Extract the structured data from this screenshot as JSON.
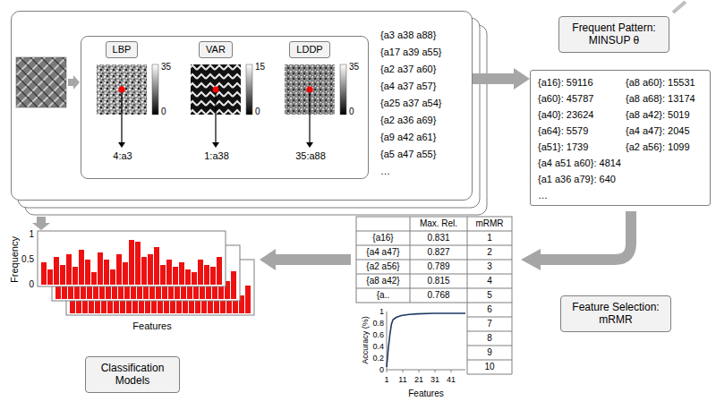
{
  "diagram": {
    "nodes": [
      {
        "text": [
          "{a3 a38 a88}",
          "{a17 a39 a55}",
          "{a2 a37 a60}",
          "{a4 a37 a57}",
          "{a25 a37 a54}",
          "{a2 a36 a69}",
          "{a9 a42 a61}",
          "{a5 a47 a55}",
          "…"
        ]
      },
      {
        "text": [
          "4:a3",
          "1:a38",
          "35:a88"
        ],
        "in": 0
      },
      {
        "text": [
          "LBP"
        ],
        "in": 1
      },
      {
        "text": [
          "VAR"
        ],
        "in": 1
      },
      {
        "text": [
          "LDDP"
        ],
        "in": 1
      },
      {
        "text": [
          "Frequent Pattern: MINSUP θ"
        ]
      },
      {
        "text": [
          "{a16}: 59116",
          "{a60}: 45787",
          "{a40}: 23624",
          "{a64}: 5579",
          "{a51}: 1739",
          "{a4 a51 a60}: 4814",
          "{a1 a36 a79}: 640",
          "…",
          "{a8 a60}: 15531",
          "{a8 a68}: 13174",
          "{a8 a42}: 5019",
          "{a4 a47}: 2045",
          "{a2 a56}: 1099"
        ]
      },
      {
        "text": [
          "Feature Selection: mRMR"
        ]
      },
      {
        "text": [
          "Classification Models"
        ]
      }
    ],
    "edges": [
      {
        "from": 0,
        "to": 6,
        "arrow": "to"
      }
    ],
    "labels": [
      "35",
      "0",
      "15",
      "0",
      "35",
      "0",
      "Max. Rel.",
      "mRMR",
      "{a16}",
      "0.831",
      "1",
      "{a4 a47}",
      "0.827",
      "2",
      "{a2 a56}",
      "0.789",
      "3",
      "{a8 a42}",
      "0.815",
      "4",
      "{a..",
      "0.768",
      "5",
      "6",
      "7",
      "8",
      "9",
      "10",
      "Accuracy (%)",
      "1",
      "0.8",
      "0.6",
      "0.4",
      "0.2",
      "0",
      "1",
      "11",
      "21",
      "31",
      "41",
      "Features",
      "Frequency",
      "1",
      "0.5",
      "0",
      "Features"
    ]
  }
}
